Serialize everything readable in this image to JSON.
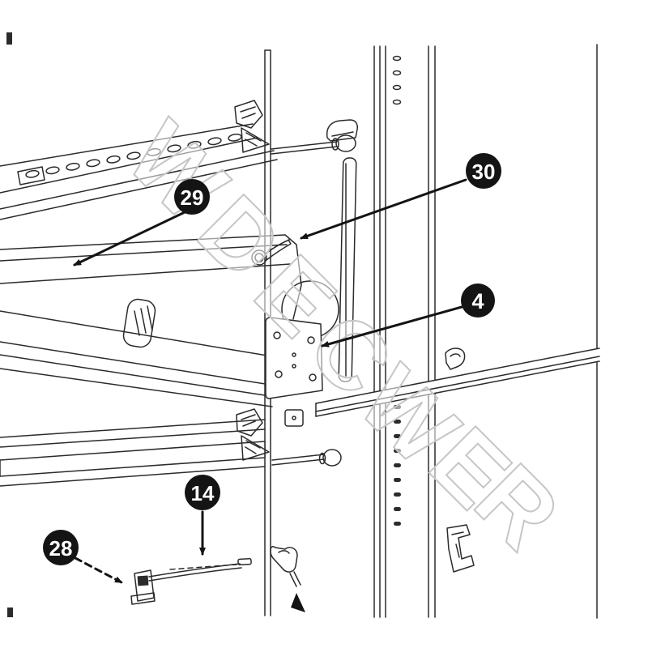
{
  "diagram": {
    "kind": "exploded-parts-assembly-diagram",
    "background": "#ffffff"
  },
  "colors": {
    "line": "#2b2b2b",
    "badge_fill": "#141414",
    "badge_text": "#ffffff",
    "watermark_stroke": "#c6c6c6"
  },
  "watermark": {
    "letters": [
      "W",
      "D",
      "E",
      "C",
      "W",
      "E",
      "R"
    ]
  },
  "callouts": [
    {
      "number": "30",
      "arrow": "solid"
    },
    {
      "number": "29",
      "arrow": "solid"
    },
    {
      "number": "4",
      "arrow": "solid"
    },
    {
      "number": "14",
      "arrow": "solid"
    },
    {
      "number": "28",
      "arrow": "dashed"
    }
  ]
}
